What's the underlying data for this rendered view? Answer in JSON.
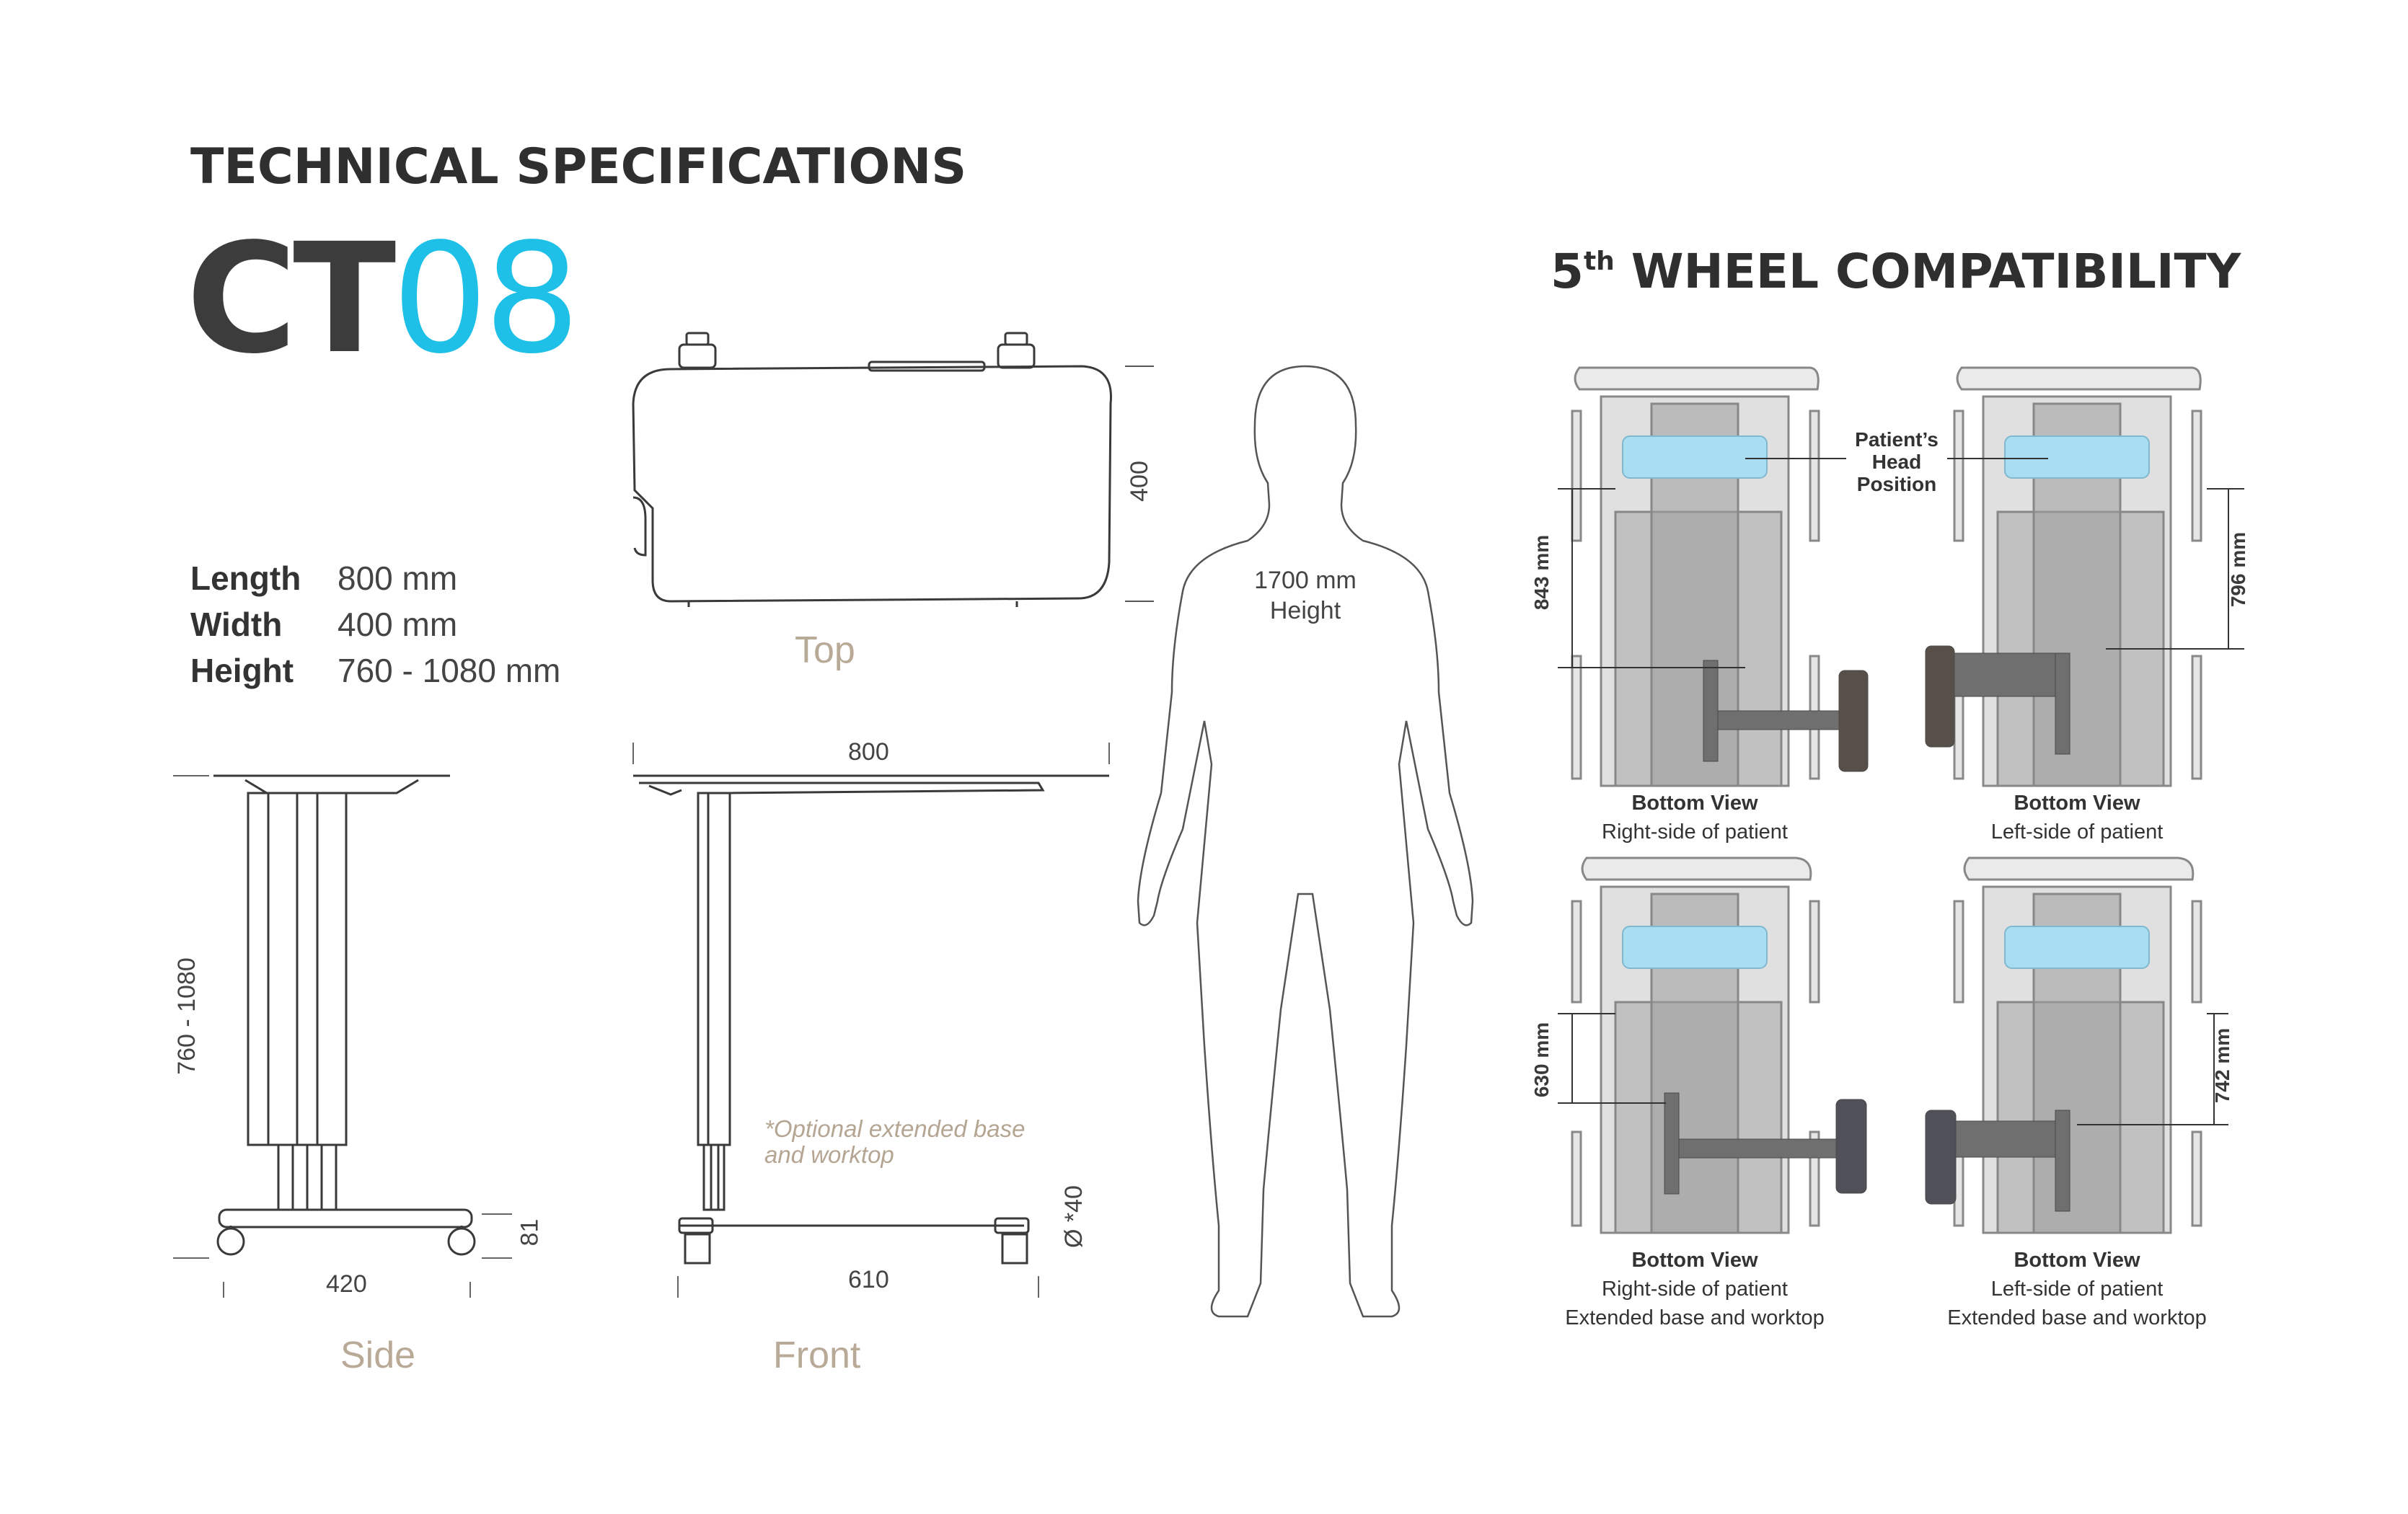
{
  "heading": "TECHNICAL SPECIFICATIONS",
  "model": {
    "prefix": "CT",
    "number": "08"
  },
  "specs": [
    {
      "label": "Length",
      "value": "800 mm"
    },
    {
      "label": "Width",
      "value": "400 mm"
    },
    {
      "label": "Height",
      "value": "760 - 1080 mm"
    }
  ],
  "views": {
    "top": {
      "label": "Top",
      "dim_height": "400"
    },
    "side": {
      "label": "Side",
      "dim_height": "760 - 1080",
      "dim_width": "420",
      "dim_wheel": "81"
    },
    "front": {
      "label": "Front",
      "dim_top": "800",
      "dim_base": "610",
      "dim_wheel": "Ø *40",
      "note_line1": "*Optional extended base",
      "note_line2": "and worktop"
    }
  },
  "figure": {
    "height_line1": "1700 mm",
    "height_line2": "Height"
  },
  "wheel": {
    "title_prefix": "5",
    "title_sup": "th",
    "title_rest": " WHEEL COMPATIBILITY",
    "head_label": [
      "Patient’s",
      "Head",
      "Position"
    ],
    "panels": [
      {
        "title": "Bottom View",
        "line1": "Right-side of patient",
        "line2": "",
        "dim": "843 mm"
      },
      {
        "title": "Bottom View",
        "line1": "Left-side of patient",
        "line2": "",
        "dim": "796 mm"
      },
      {
        "title": "Bottom View",
        "line1": "Right-side of patient",
        "line2": "Extended base and worktop",
        "dim": "630 mm"
      },
      {
        "title": "Bottom View",
        "line1": "Left-side of patient",
        "line2": "Extended base and worktop",
        "dim": "742 mm"
      }
    ]
  },
  "colors": {
    "accent": "#1ec0e8",
    "label_beige": "#b9aa98",
    "head_blue": "#a9def2"
  }
}
